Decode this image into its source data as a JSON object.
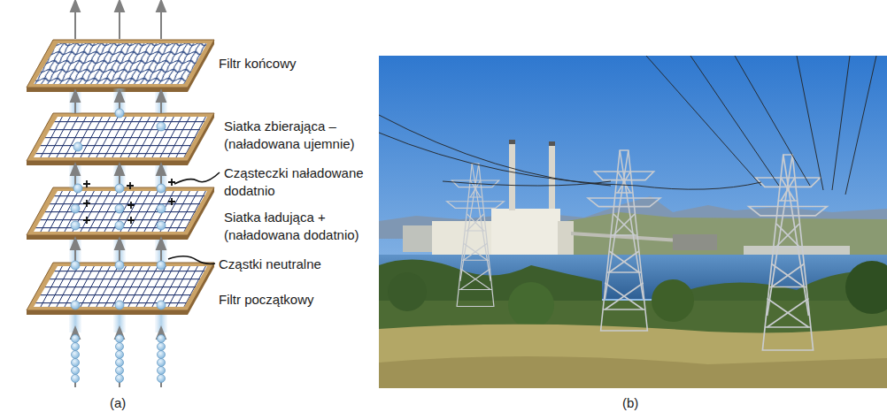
{
  "diagram": {
    "labels": [
      "Filtr końcowy",
      "Siatka zbierająca – (naładowana ujemnie)",
      "Cząsteczki naładowane dodatnio",
      "Siatka ładująca + (naładowana dodatnio)",
      "Cząstki neutralne",
      "Filtr początkowy",
      "(a)",
      "(b)"
    ]
  }
}
